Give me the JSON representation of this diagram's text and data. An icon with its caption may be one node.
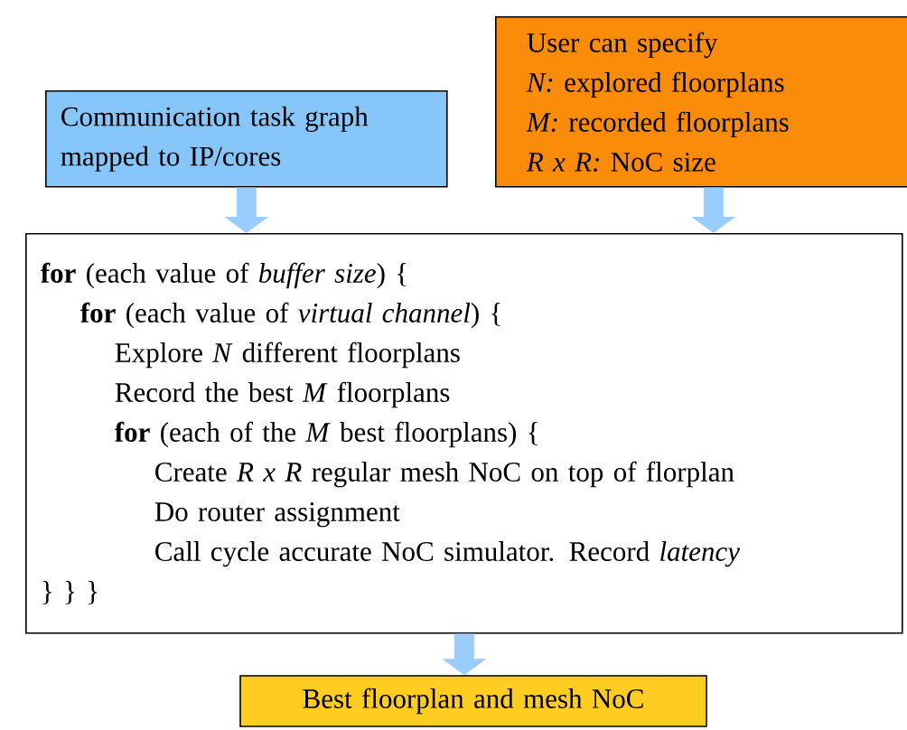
{
  "diagram": {
    "nodes": [
      {
        "text": [
          "Communication task graph mapped to IP/cores"
        ]
      },
      {
        "text": [
          "User can specify",
          "*N:* explored floorplans",
          "*M:* recorded floorplans",
          "*R x R:* NoC size"
        ]
      },
      {
        "text": [
          "**for** (each value of *buffer size*) {",
          "**for** (each value of *virtual channel*) {",
          "Explore *N* different floorplans",
          "Record the best *M* floorplans",
          "**for** (each of the *M* best floorplans) {",
          "Create *R x R* regular mesh NoC on top of florplan",
          "Do router assignment",
          "Call cycle accurate NoC simulator. Record *latency*",
          "} } }"
        ]
      },
      {
        "text": [
          "Best floorplan and mesh NoC"
        ]
      }
    ],
    "edges": [
      {
        "from": 0,
        "to": 2,
        "arrow": "to"
      },
      {
        "from": 1,
        "to": 2,
        "arrow": "to"
      },
      {
        "from": 2,
        "to": 3,
        "arrow": "to"
      }
    ]
  }
}
